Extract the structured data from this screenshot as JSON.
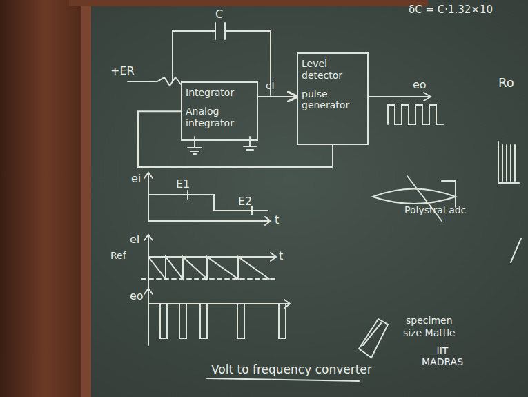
{
  "diagram": {
    "caption": "Volt to frequency converter",
    "nodes": [
      {
        "text": [
          "Integrator",
          "Analog integrator"
        ]
      },
      {
        "text": [
          "Level detector",
          "pulse generator"
        ]
      }
    ],
    "edges": [
      {
        "from": 0,
        "to": 1,
        "arrow": "to"
      },
      {
        "from": 1,
        "to": 0,
        "arrow": "none"
      }
    ],
    "labels": [
      "δC = C·1.32×10",
      "+ER",
      "C",
      "eI",
      "eo",
      "Ro",
      "ei",
      "E1",
      "E2",
      "t",
      "eI",
      "Ref",
      "t",
      "eo",
      "Polystral adc",
      "specimen",
      "size Mattle",
      "IIT MADRAS"
    ]
  }
}
